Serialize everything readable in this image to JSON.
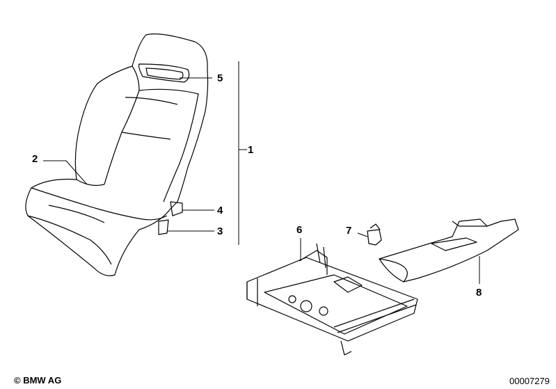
{
  "callouts": [
    {
      "id": "1",
      "text": "1"
    },
    {
      "id": "2",
      "text": "2"
    },
    {
      "id": "3",
      "text": "3"
    },
    {
      "id": "4",
      "text": "4"
    },
    {
      "id": "5",
      "text": "5"
    },
    {
      "id": "6",
      "text": "6"
    },
    {
      "id": "7",
      "text": "7"
    },
    {
      "id": "8",
      "text": "8"
    }
  ],
  "footer": {
    "copyright": "© BMW AG",
    "diagram_number": "00007279"
  }
}
